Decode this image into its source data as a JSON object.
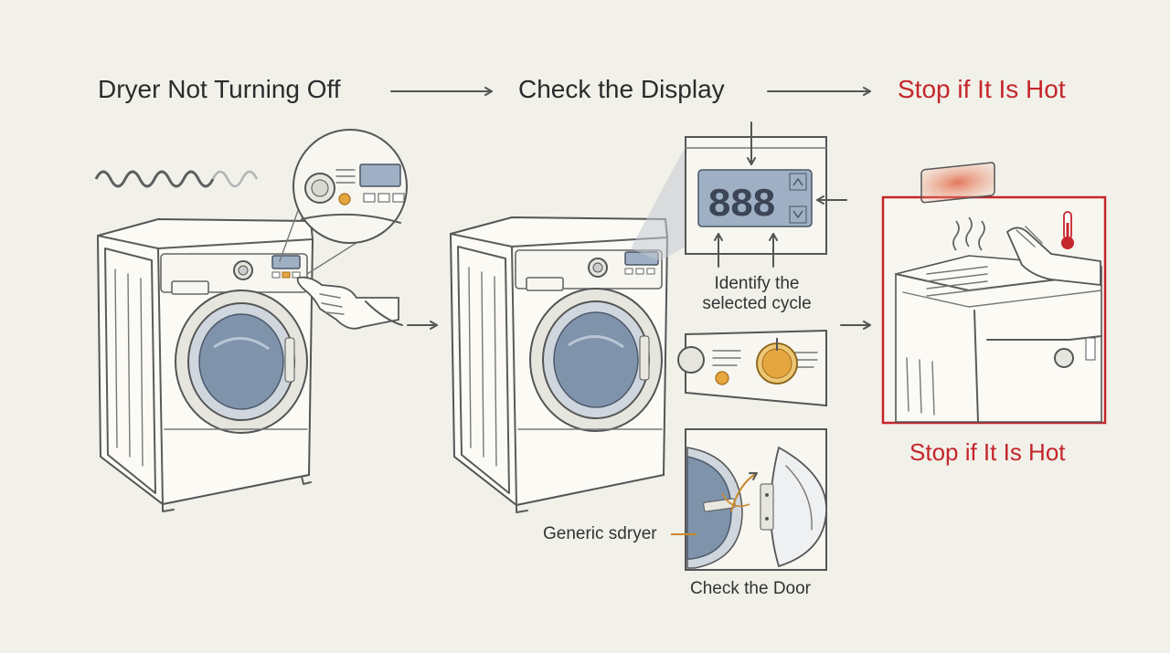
{
  "flow": {
    "step1": "Dryer Not Turning Off",
    "step2": "Check the Display",
    "step3": "Stop if It Is Hot"
  },
  "callouts": {
    "identify_line1": "Identify the",
    "identify_line2": "selected cycle",
    "generic": "Generic sdryer",
    "door": "Check the Door",
    "hot_caption": "Stop if It Is Hot"
  },
  "colors": {
    "background": "#f1f0e9",
    "alert": "#c4262b",
    "knob": "#e5a640",
    "drum": "#7f93ab",
    "heat": "#e36a4b"
  },
  "display": {
    "digits": "888"
  },
  "icons": [
    "vibration-wave-icon",
    "hand-pointer-icon",
    "thermometer-icon",
    "heat-waves-icon",
    "hand-touch-icon"
  ]
}
